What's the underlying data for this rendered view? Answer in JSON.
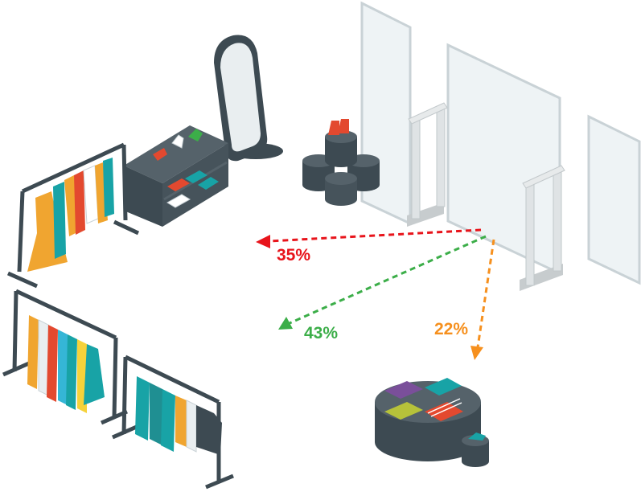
{
  "flows": [
    {
      "label": "35%",
      "color": "#e8141b"
    },
    {
      "label": "43%",
      "color": "#3cae49"
    },
    {
      "label": "22%",
      "color": "#f6901e"
    }
  ],
  "palette": {
    "dark": "#3d4a52",
    "dark_top": "#55626a",
    "glass": "#eef3f5",
    "glass_edge": "#c9d2d6",
    "gate": "#d9dddf",
    "orange": "#f0a530",
    "teal": "#18a3a6",
    "red": "#e3492f",
    "yellow": "#f6d23a",
    "cyan": "#35b6d6",
    "purple": "#7a4f9a",
    "lime": "#b6c23a"
  }
}
